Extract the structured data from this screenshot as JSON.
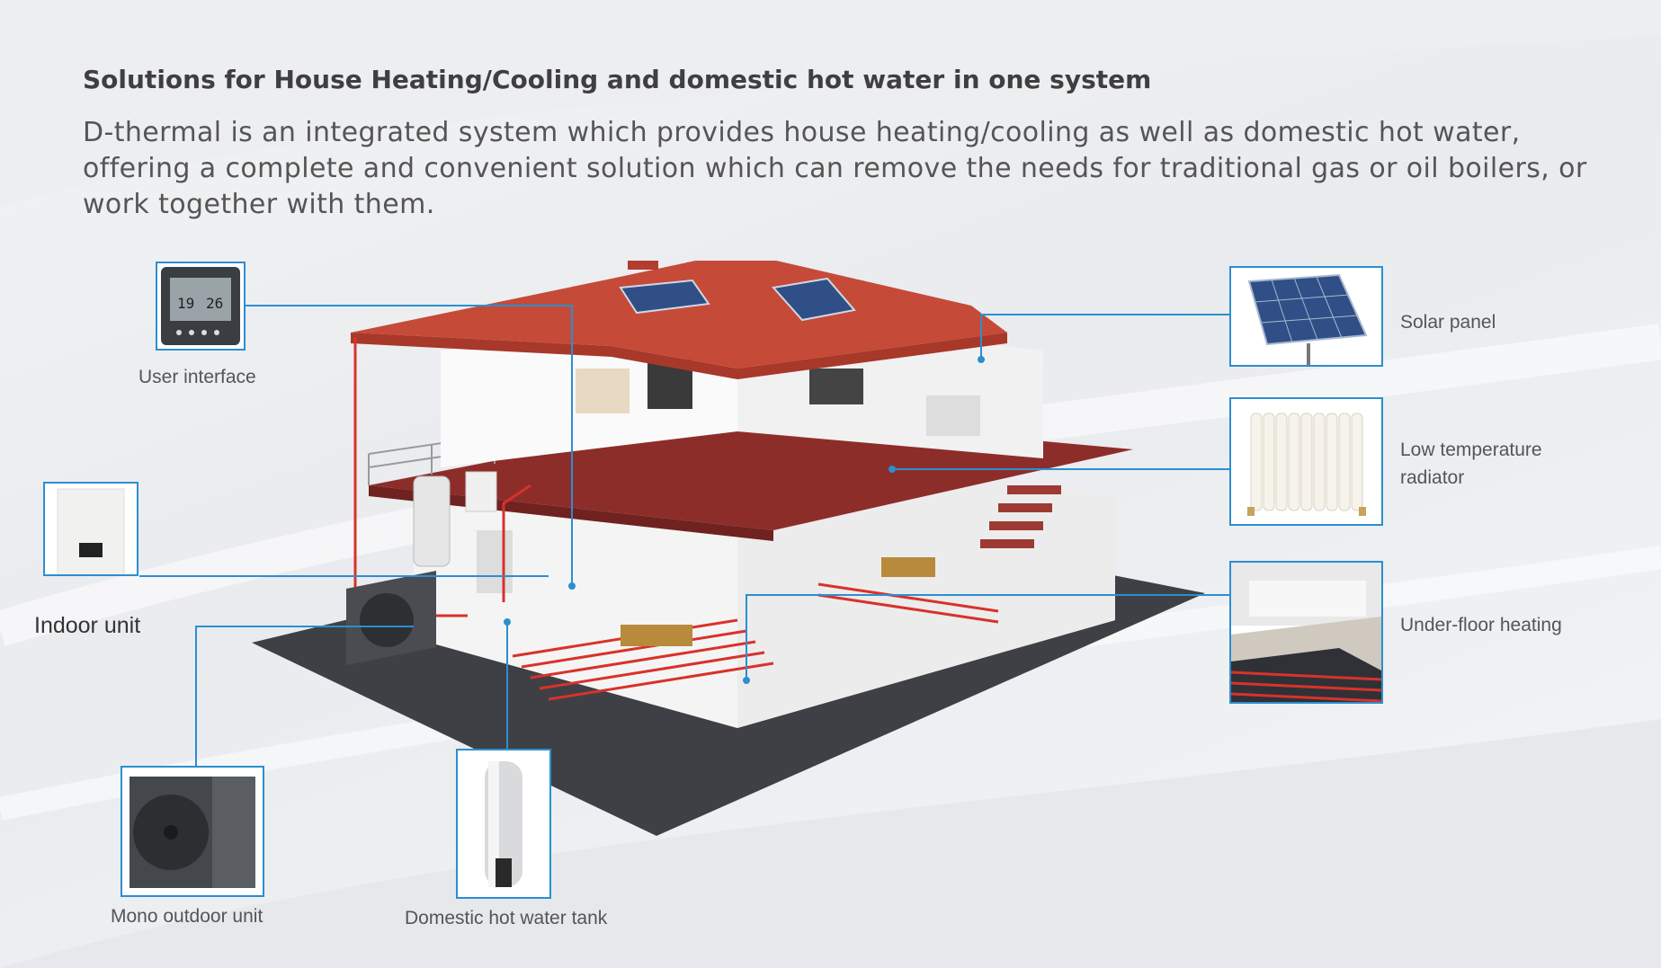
{
  "header": {
    "title": "Solutions for House Heating/Cooling and domestic hot water in one system",
    "description": "D-thermal is an integrated system which provides house heating/cooling as well as domestic hot water, offering a complete and convenient solution which can remove the needs for traditional gas or oil boilers, or work together with them."
  },
  "components": {
    "user_interface": "User interface",
    "indoor_unit": "Indoor unit",
    "mono_outdoor_unit": "Mono outdoor unit",
    "hot_water_tank": "Domestic hot water tank",
    "solar_panel": "Solar panel",
    "radiator_line1": "Low temperature",
    "radiator_line2": "radiator",
    "underfloor_heating": "Under-floor heating",
    "thermostat_left_reading": "19",
    "thermostat_right_reading": "26"
  },
  "colors": {
    "leader_line": "#2b8fd0",
    "roof": "#c64a38",
    "pipe_hot": "#d8322b",
    "ground": "#3e4045"
  }
}
